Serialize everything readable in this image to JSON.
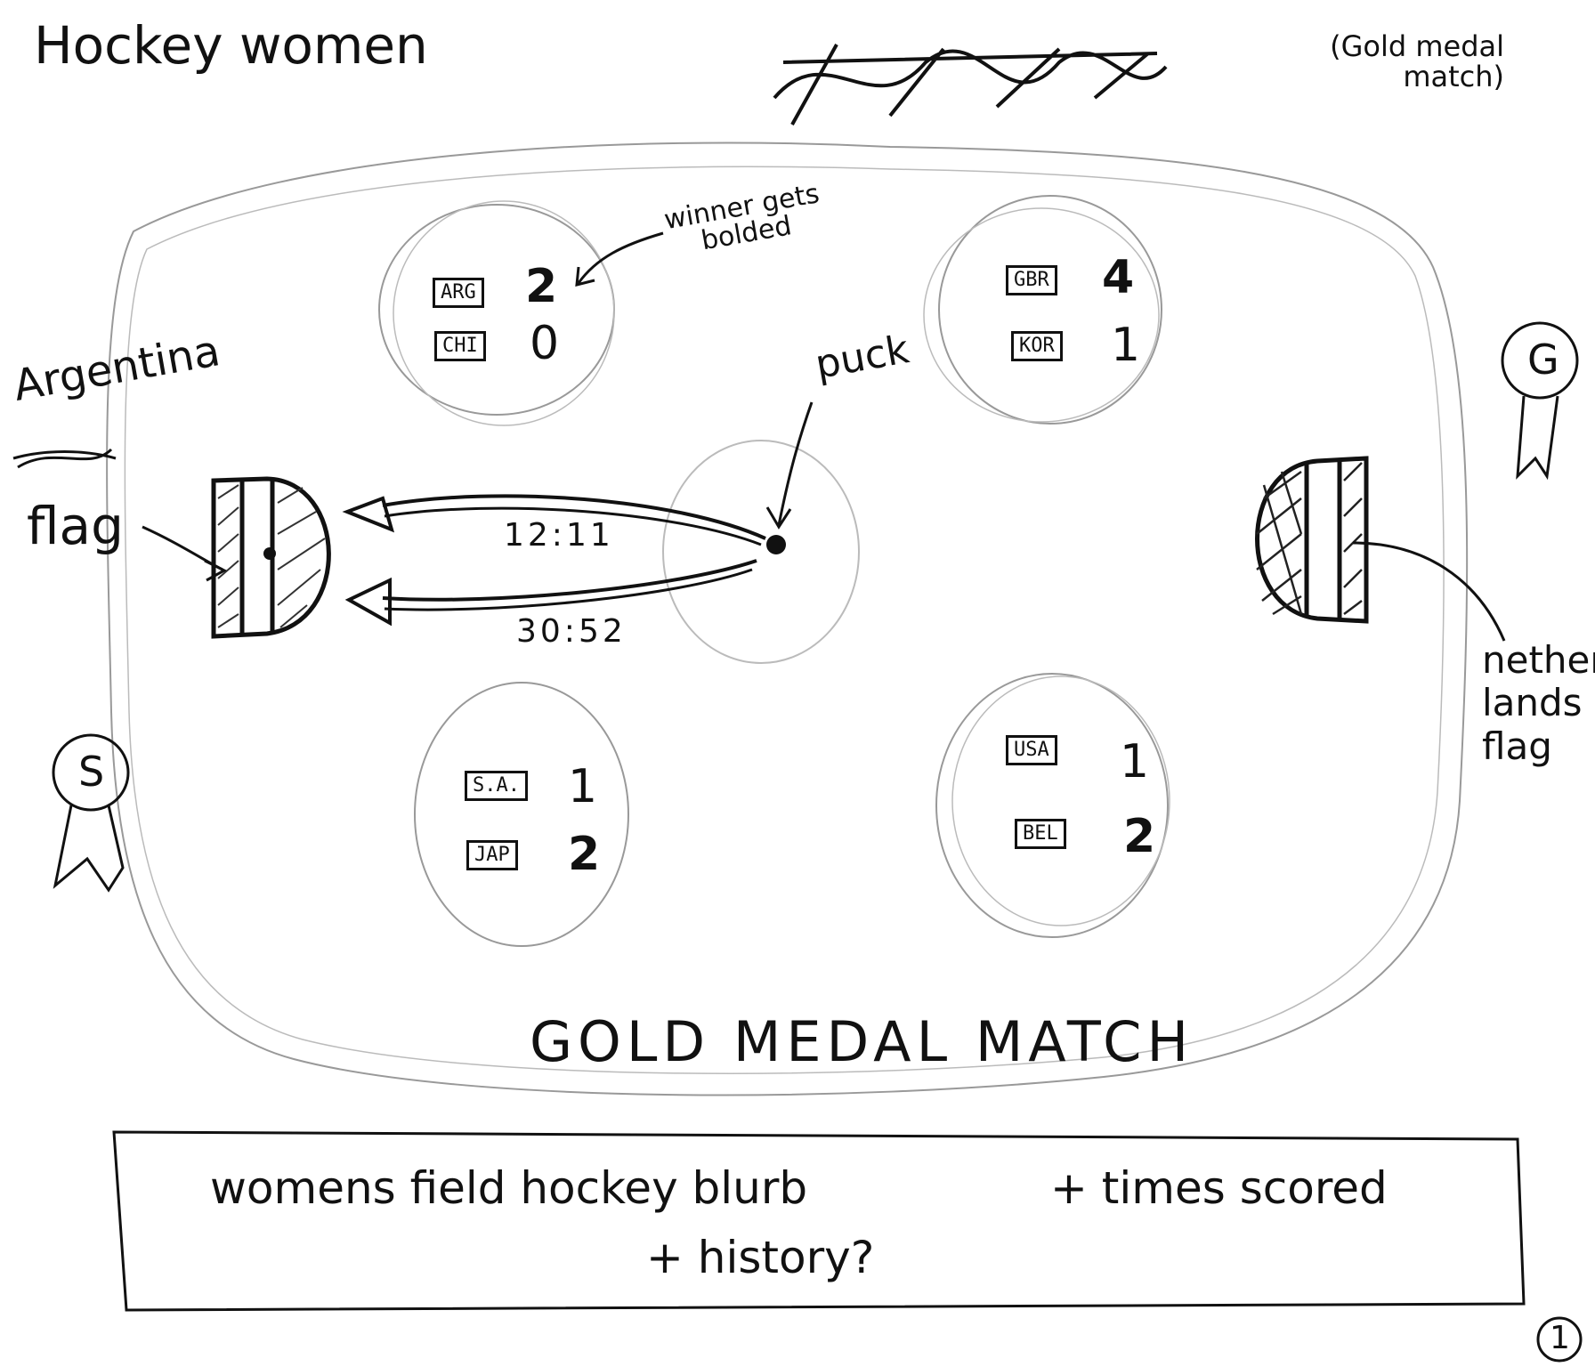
{
  "title": "Hockey women",
  "gold_note": "(Gold medal\nmatch)",
  "annotations": {
    "winner_note": "winner gets\nbolded",
    "puck": "puck",
    "argentina": "Argentina",
    "flag_word": "flag",
    "netherlands_flag": "nether\nlands\nflag"
  },
  "medals": {
    "gold": "G",
    "silver": "S"
  },
  "matches": [
    {
      "team1": "ARG",
      "score1": "2",
      "team2": "CHI",
      "score2": "0",
      "winner": 1
    },
    {
      "team1": "GBR",
      "score1": "4",
      "team2": "KOR",
      "score2": "1",
      "winner": 1
    },
    {
      "team1": "S.A.",
      "score1": "1",
      "team2": "JAP",
      "score2": "2",
      "winner": 2
    },
    {
      "team1": "USA",
      "score1": "1",
      "team2": "BEL",
      "score2": "2",
      "winner": 2
    }
  ],
  "times": [
    "12:11",
    "30:52"
  ],
  "gold_medal_match": "GOLD MEDAL MATCH",
  "blurb": {
    "line1": "womens field hockey blurb",
    "line2": "+ times scored",
    "line3": "+ history?"
  },
  "page_number": "1"
}
